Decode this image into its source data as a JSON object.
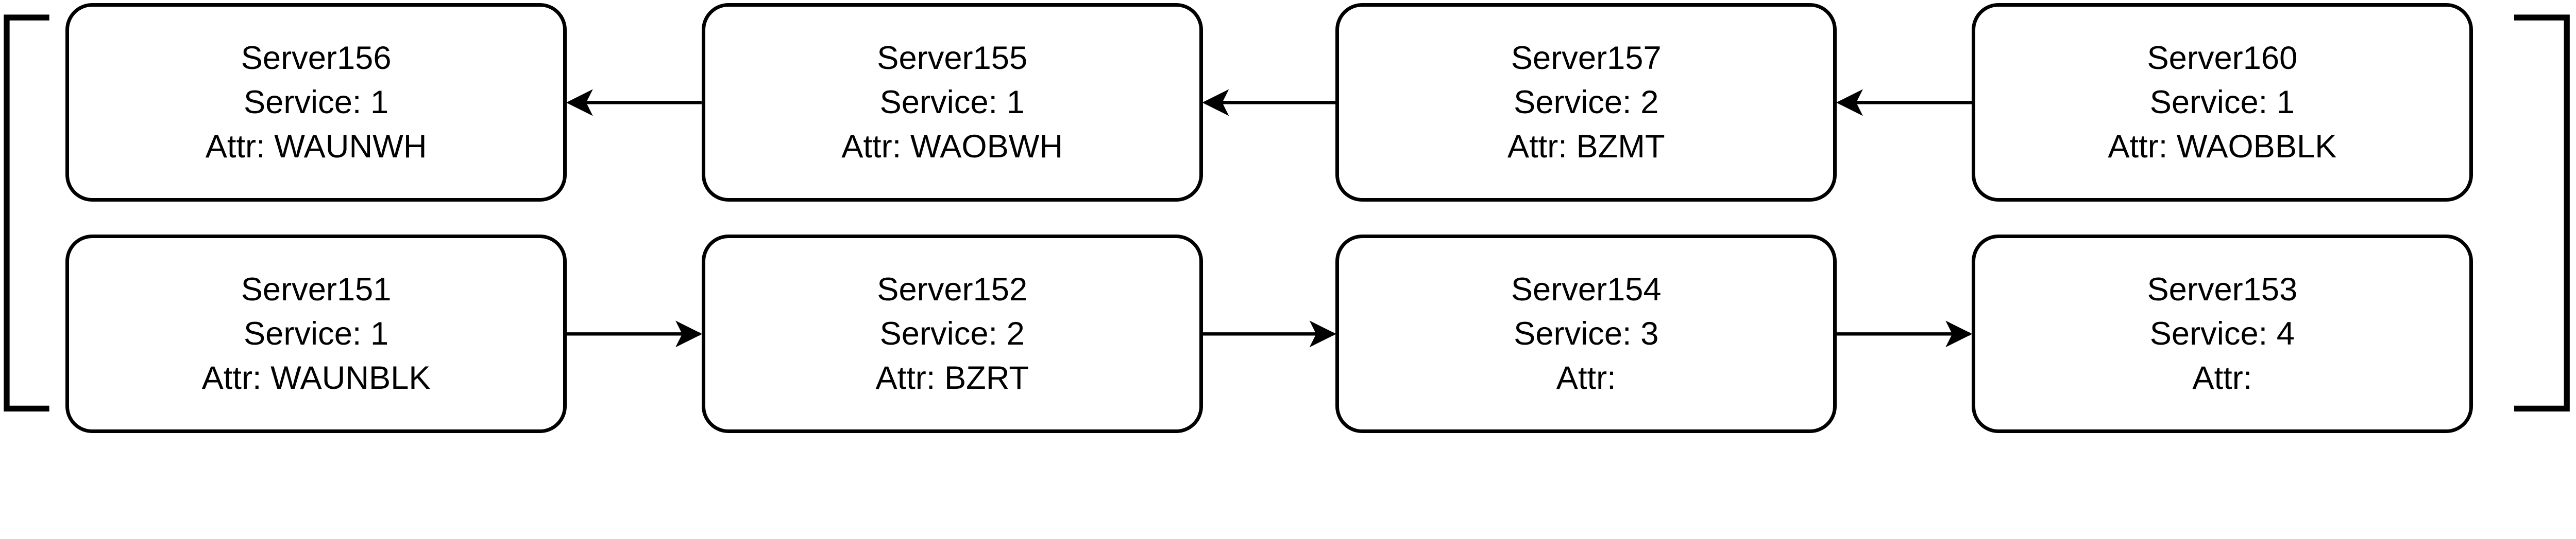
{
  "nodes": [
    {
      "name": "Server156",
      "service": "Service: 1",
      "attr": "Attr: WAUNWH"
    },
    {
      "name": "Server155",
      "service": "Service: 1",
      "attr": "Attr: WAOBWH"
    },
    {
      "name": "Server157",
      "service": "Service: 2",
      "attr": "Attr: BZMT"
    },
    {
      "name": "Server160",
      "service": "Service: 1",
      "attr": "Attr: WAOBBLK"
    },
    {
      "name": "Server151",
      "service": "Service: 1",
      "attr": "Attr: WAUNBLK"
    },
    {
      "name": "Server152",
      "service": "Service: 2",
      "attr": "Attr: BZRT"
    },
    {
      "name": "Server154",
      "service": "Service: 3",
      "attr": "Attr:"
    },
    {
      "name": "Server153",
      "service": "Service: 4",
      "attr": "Attr:"
    }
  ],
  "edges": [
    {
      "from": "Server155",
      "to": "Server156"
    },
    {
      "from": "Server157",
      "to": "Server155"
    },
    {
      "from": "Server160",
      "to": "Server157"
    },
    {
      "from": "Server151",
      "to": "Server152"
    },
    {
      "from": "Server152",
      "to": "Server154"
    },
    {
      "from": "Server154",
      "to": "Server153"
    }
  ]
}
